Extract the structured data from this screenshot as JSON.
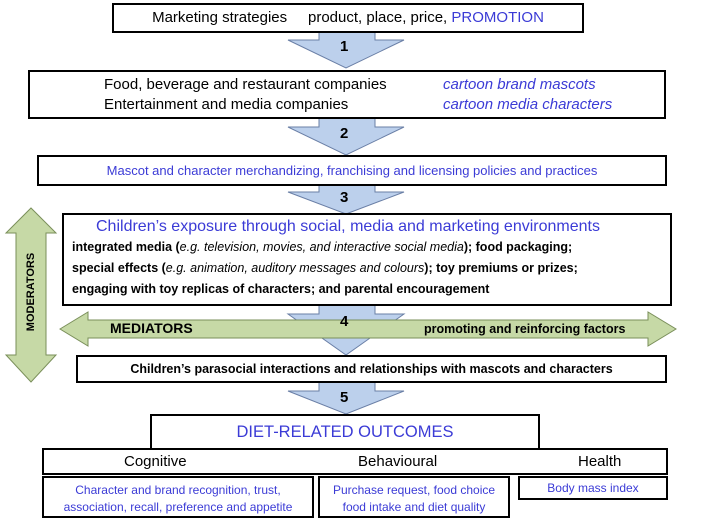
{
  "colors": {
    "arrow_blue": "#bcd0ec",
    "arrow_green": "#c6d9a6",
    "text_blue": "#3b3bd6"
  },
  "steps": [
    "1",
    "2",
    "3",
    "4",
    "5"
  ],
  "box1": {
    "label": "Marketing strategies",
    "items": "product, place, price,",
    "highlight": "PROMOTION"
  },
  "box2": {
    "line1": "Food, beverage and restaurant companies",
    "line1_tag": "cartoon brand mascots",
    "line2": "Entertainment and media companies",
    "line2_tag": "cartoon media characters"
  },
  "box3": {
    "text": "Mascot and character merchandizing, franchising and licensing policies and practices"
  },
  "box4": {
    "title": "Children’s exposure through social, media and marketing environments",
    "l1a": "integrated media (",
    "l1b": "e.g. television, movies, and interactive social media",
    "l1c": "); food packaging;",
    "l2a": "special effects (",
    "l2b": "e.g. animation, auditory messages and colours",
    "l2c": "); toy premiums or prizes;",
    "l3": "engaging with toy replicas of characters; and parental encouragement"
  },
  "moderators": "MODERATORS",
  "mediators": {
    "label": "MEDIATORS",
    "note": "promoting and reinforcing factors"
  },
  "box5": {
    "text": "Children’s parasocial interactions and relationships with mascots and characters"
  },
  "outcomes": {
    "title": "DIET-RELATED OUTCOMES",
    "categories": [
      "Cognitive",
      "Behavioural",
      "Health"
    ],
    "cognitive_1": "Character and brand recognition, trust,",
    "cognitive_2": "association, recall, preference and appetite",
    "behavioural_1": "Purchase request, food choice",
    "behavioural_2": "food intake and diet quality",
    "health": "Body mass index"
  }
}
